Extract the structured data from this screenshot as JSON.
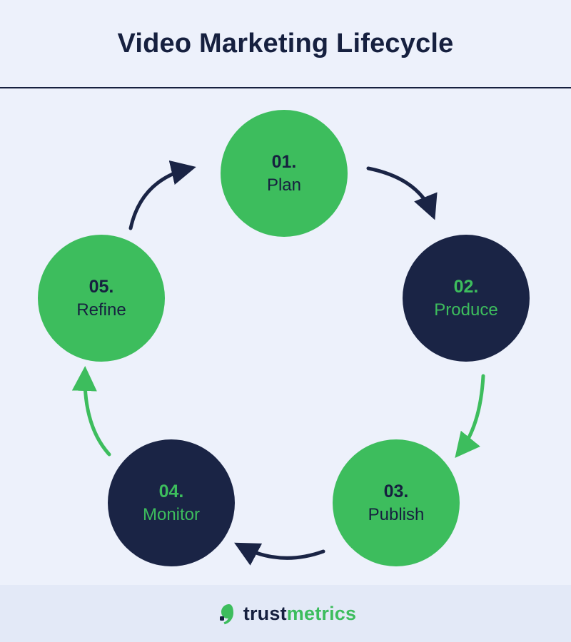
{
  "title": "Video Marketing Lifecycle",
  "colors": {
    "green": "#3dbd5d",
    "navy": "#1a2445",
    "background": "#edf1fb",
    "footer_band": "#e3e9f7"
  },
  "diagram": {
    "type": "cycle",
    "direction": "clockwise",
    "steps": [
      {
        "number": "01.",
        "label": "Plan",
        "scheme": "green"
      },
      {
        "number": "02.",
        "label": "Produce",
        "scheme": "navy"
      },
      {
        "number": "03.",
        "label": "Publish",
        "scheme": "green"
      },
      {
        "number": "04.",
        "label": "Monitor",
        "scheme": "navy"
      },
      {
        "number": "05.",
        "label": "Refine",
        "scheme": "green"
      }
    ],
    "arrows": [
      {
        "from": "Plan",
        "to": "Produce",
        "color": "navy"
      },
      {
        "from": "Produce",
        "to": "Publish",
        "color": "green"
      },
      {
        "from": "Publish",
        "to": "Monitor",
        "color": "navy"
      },
      {
        "from": "Monitor",
        "to": "Refine",
        "color": "green"
      },
      {
        "from": "Refine",
        "to": "Plan",
        "color": "navy"
      }
    ]
  },
  "footer": {
    "brand_first": "trust",
    "brand_second": "metrics",
    "logo_icon": "quote-icon"
  }
}
